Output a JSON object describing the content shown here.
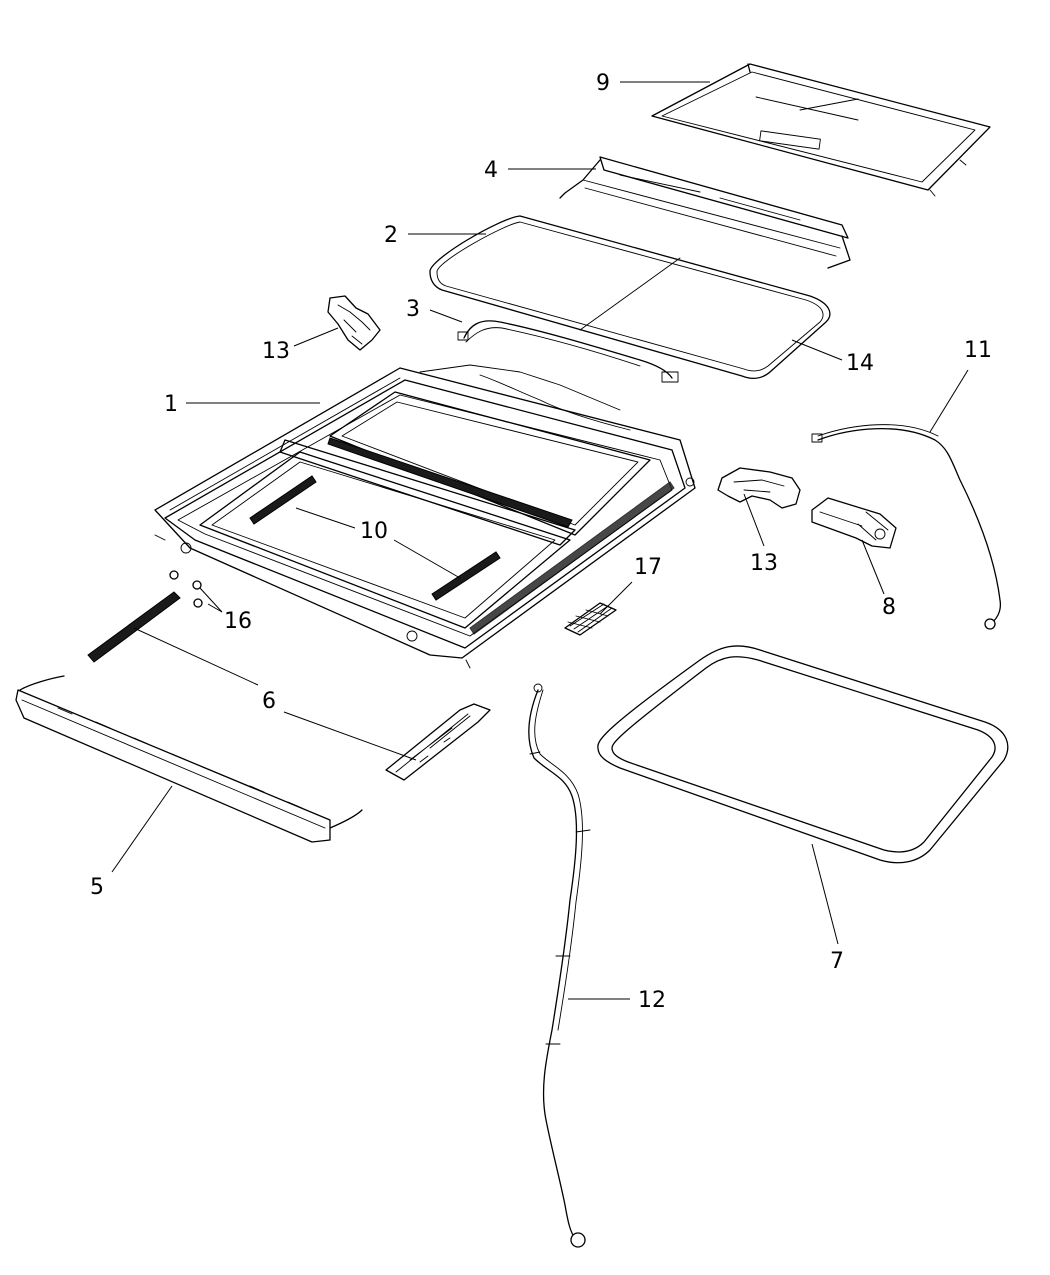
{
  "callouts": {
    "c1": "1",
    "c2": "2",
    "c3": "3",
    "c4": "4",
    "c5": "5",
    "c6": "6",
    "c7": "7",
    "c8": "8",
    "c9": "9",
    "c10": "10",
    "c11": "11",
    "c12": "12",
    "c13a": "13",
    "c13b": "13",
    "c14": "14",
    "c16": "16",
    "c17": "17"
  }
}
